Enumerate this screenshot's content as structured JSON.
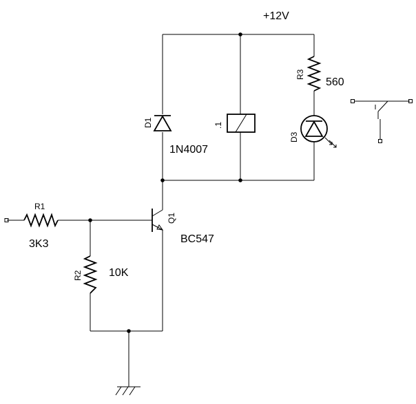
{
  "supply": {
    "label": "+12V"
  },
  "components": {
    "r1": {
      "ref": "R1",
      "value": "3K3"
    },
    "r2": {
      "ref": "R2",
      "value": "10K"
    },
    "r3": {
      "ref": "R3",
      "value": "560"
    },
    "d1": {
      "ref": "D1",
      "value": "1N4007"
    },
    "d3": {
      "ref": "D3"
    },
    "q1": {
      "ref": "Q1",
      "value": "BC547"
    },
    "relay": {
      "ref": ".1"
    }
  }
}
